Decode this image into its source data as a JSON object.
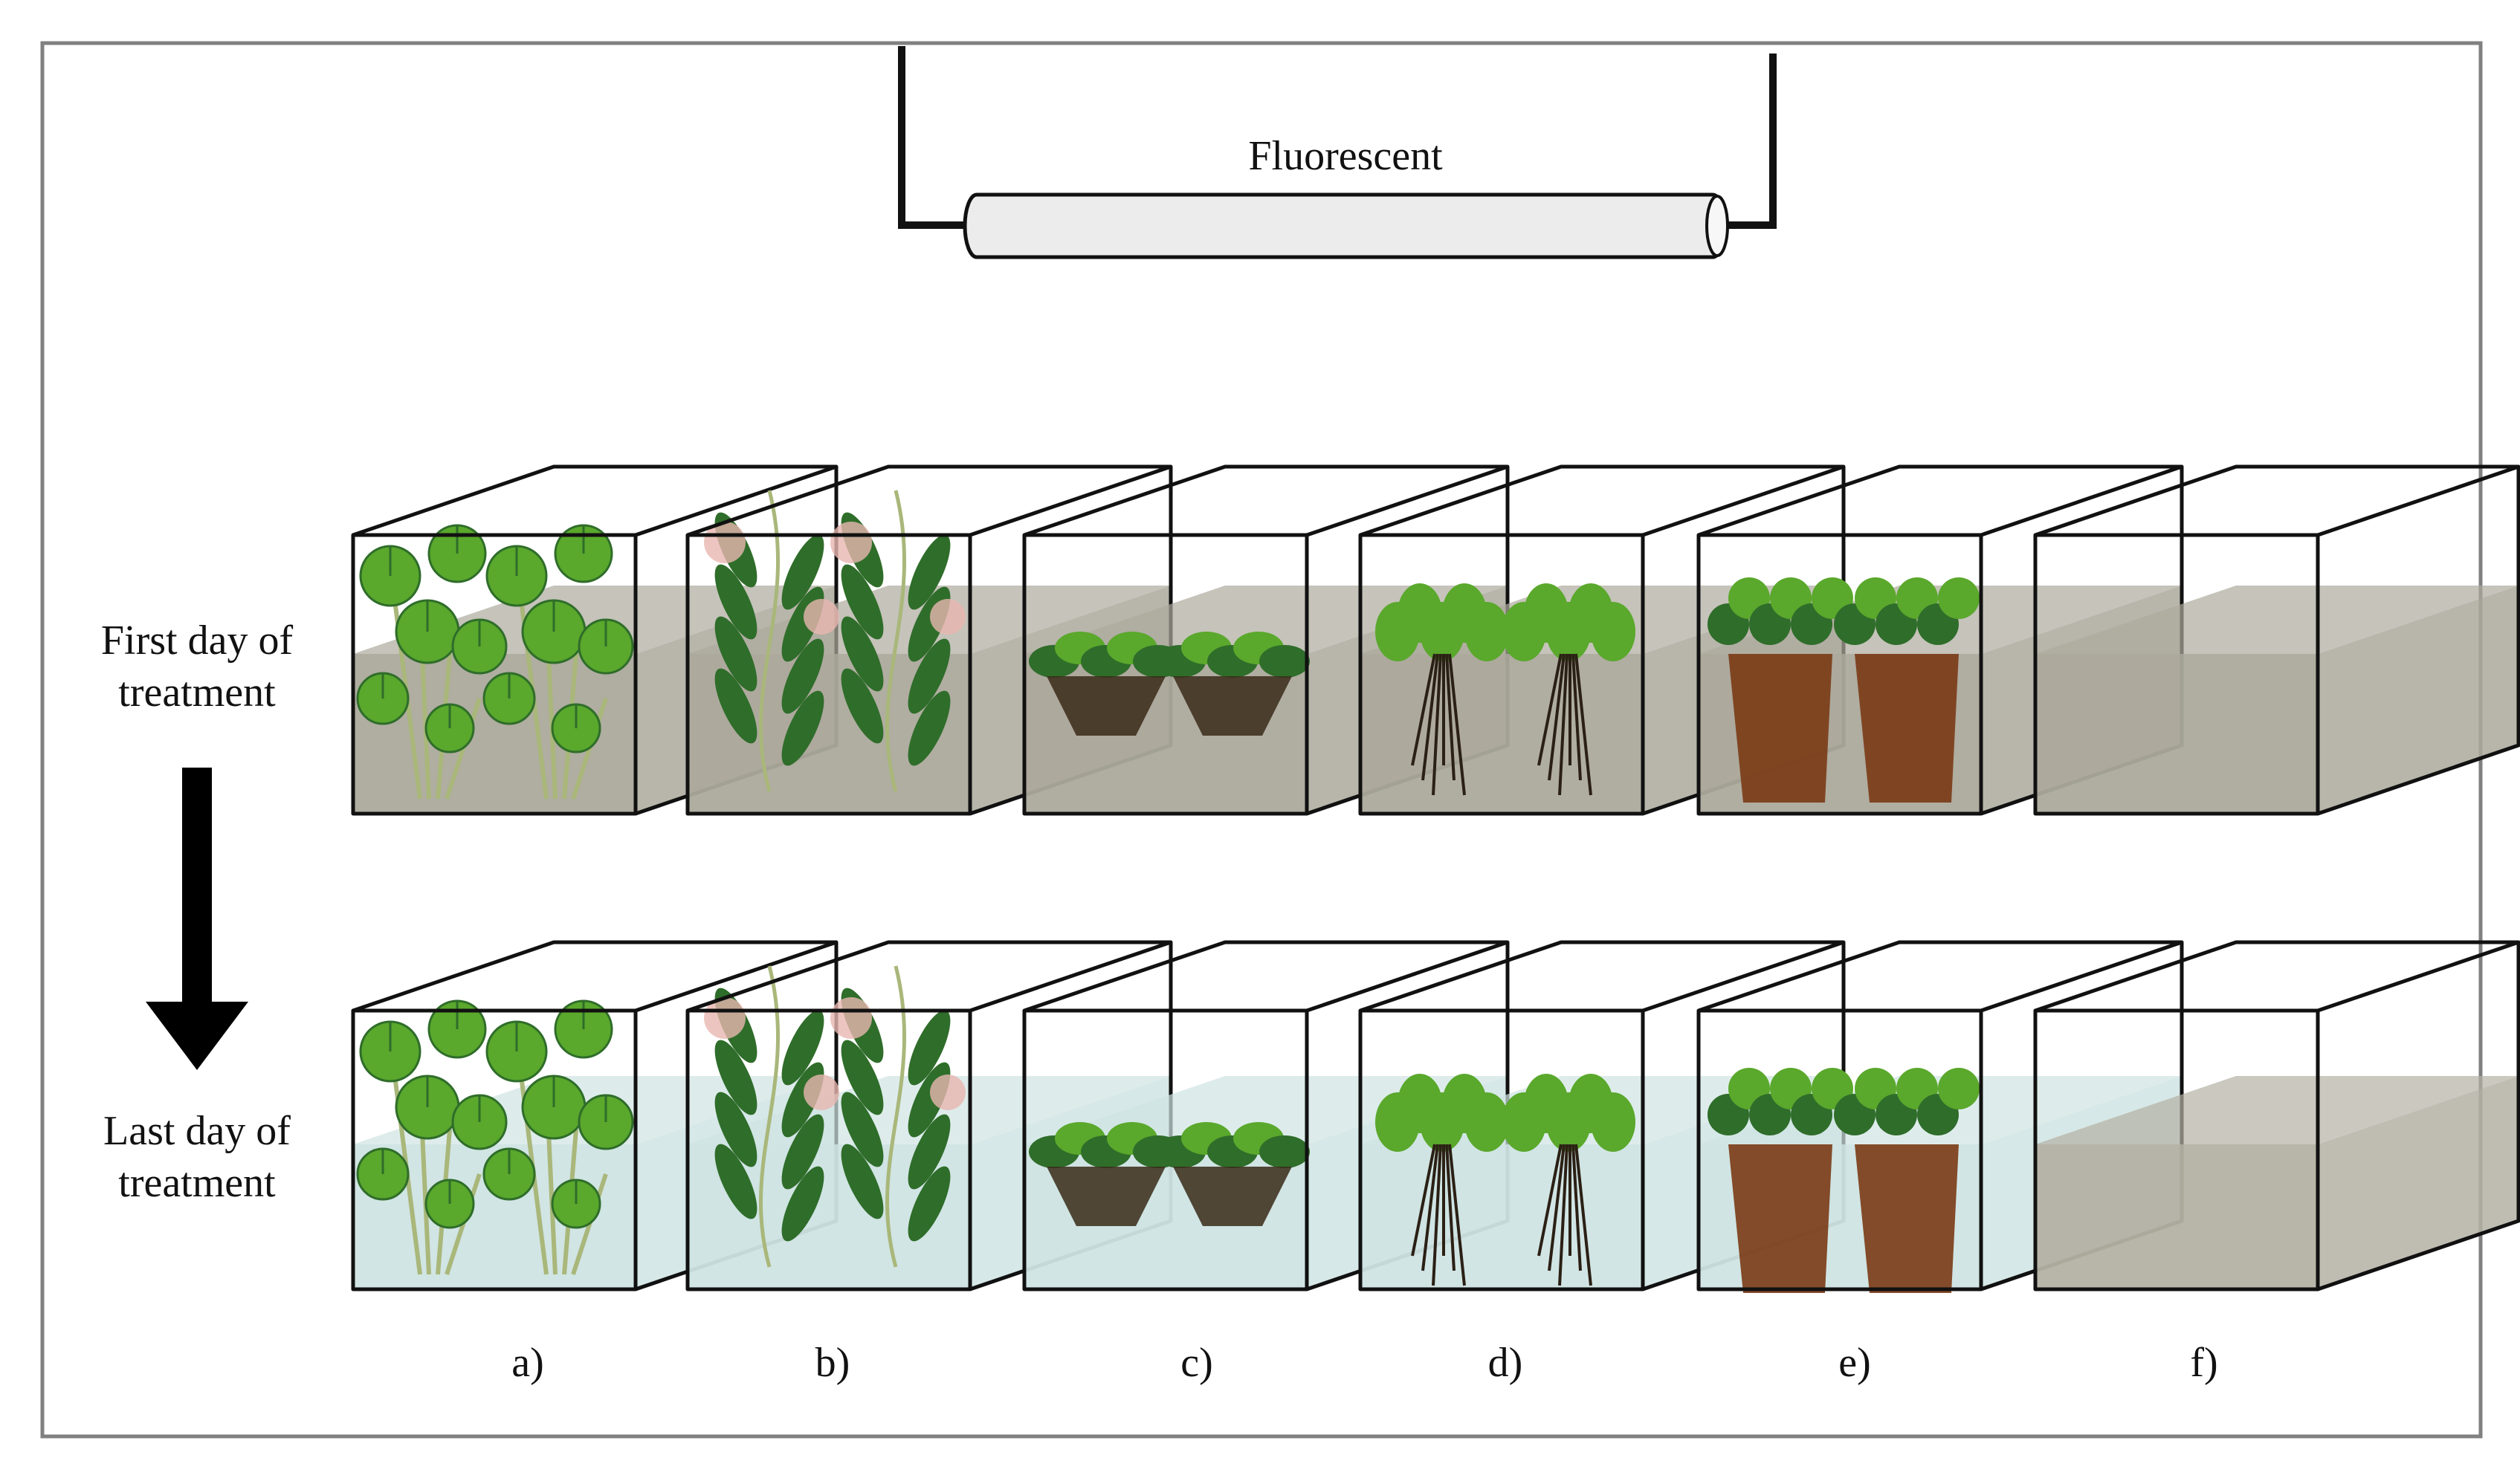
{
  "figure": {
    "lamp_label": "Fluorescent",
    "row_labels": {
      "first": [
        "First day of",
        "treatment"
      ],
      "last": [
        "Last day of",
        "treatment"
      ]
    },
    "tank_labels": [
      "a)",
      "b)",
      "c)",
      "d)",
      "e)",
      "f)"
    ],
    "tanks": [
      {
        "plant": "pennywort",
        "has_plant": true
      },
      {
        "plant": "morning-glory",
        "has_plant": true
      },
      {
        "plant": "floating-fern",
        "has_plant": true
      },
      {
        "plant": "water-lettuce",
        "has_plant": true
      },
      {
        "plant": "water-hyacinth",
        "has_plant": true
      },
      {
        "plant": "none",
        "has_plant": false
      }
    ],
    "colors": {
      "water_first_day": "#aca99c",
      "water_last_day": "#cfe4e3",
      "water_control_last_day": "#b4b1a4",
      "leaf": "#5aa82c",
      "leaf_dark": "#2f6d2a",
      "root": "#7a3a14",
      "flower": "#e8b7b0",
      "stem": "#a9b77a",
      "frame": "#808080",
      "edge": "#111111"
    }
  }
}
